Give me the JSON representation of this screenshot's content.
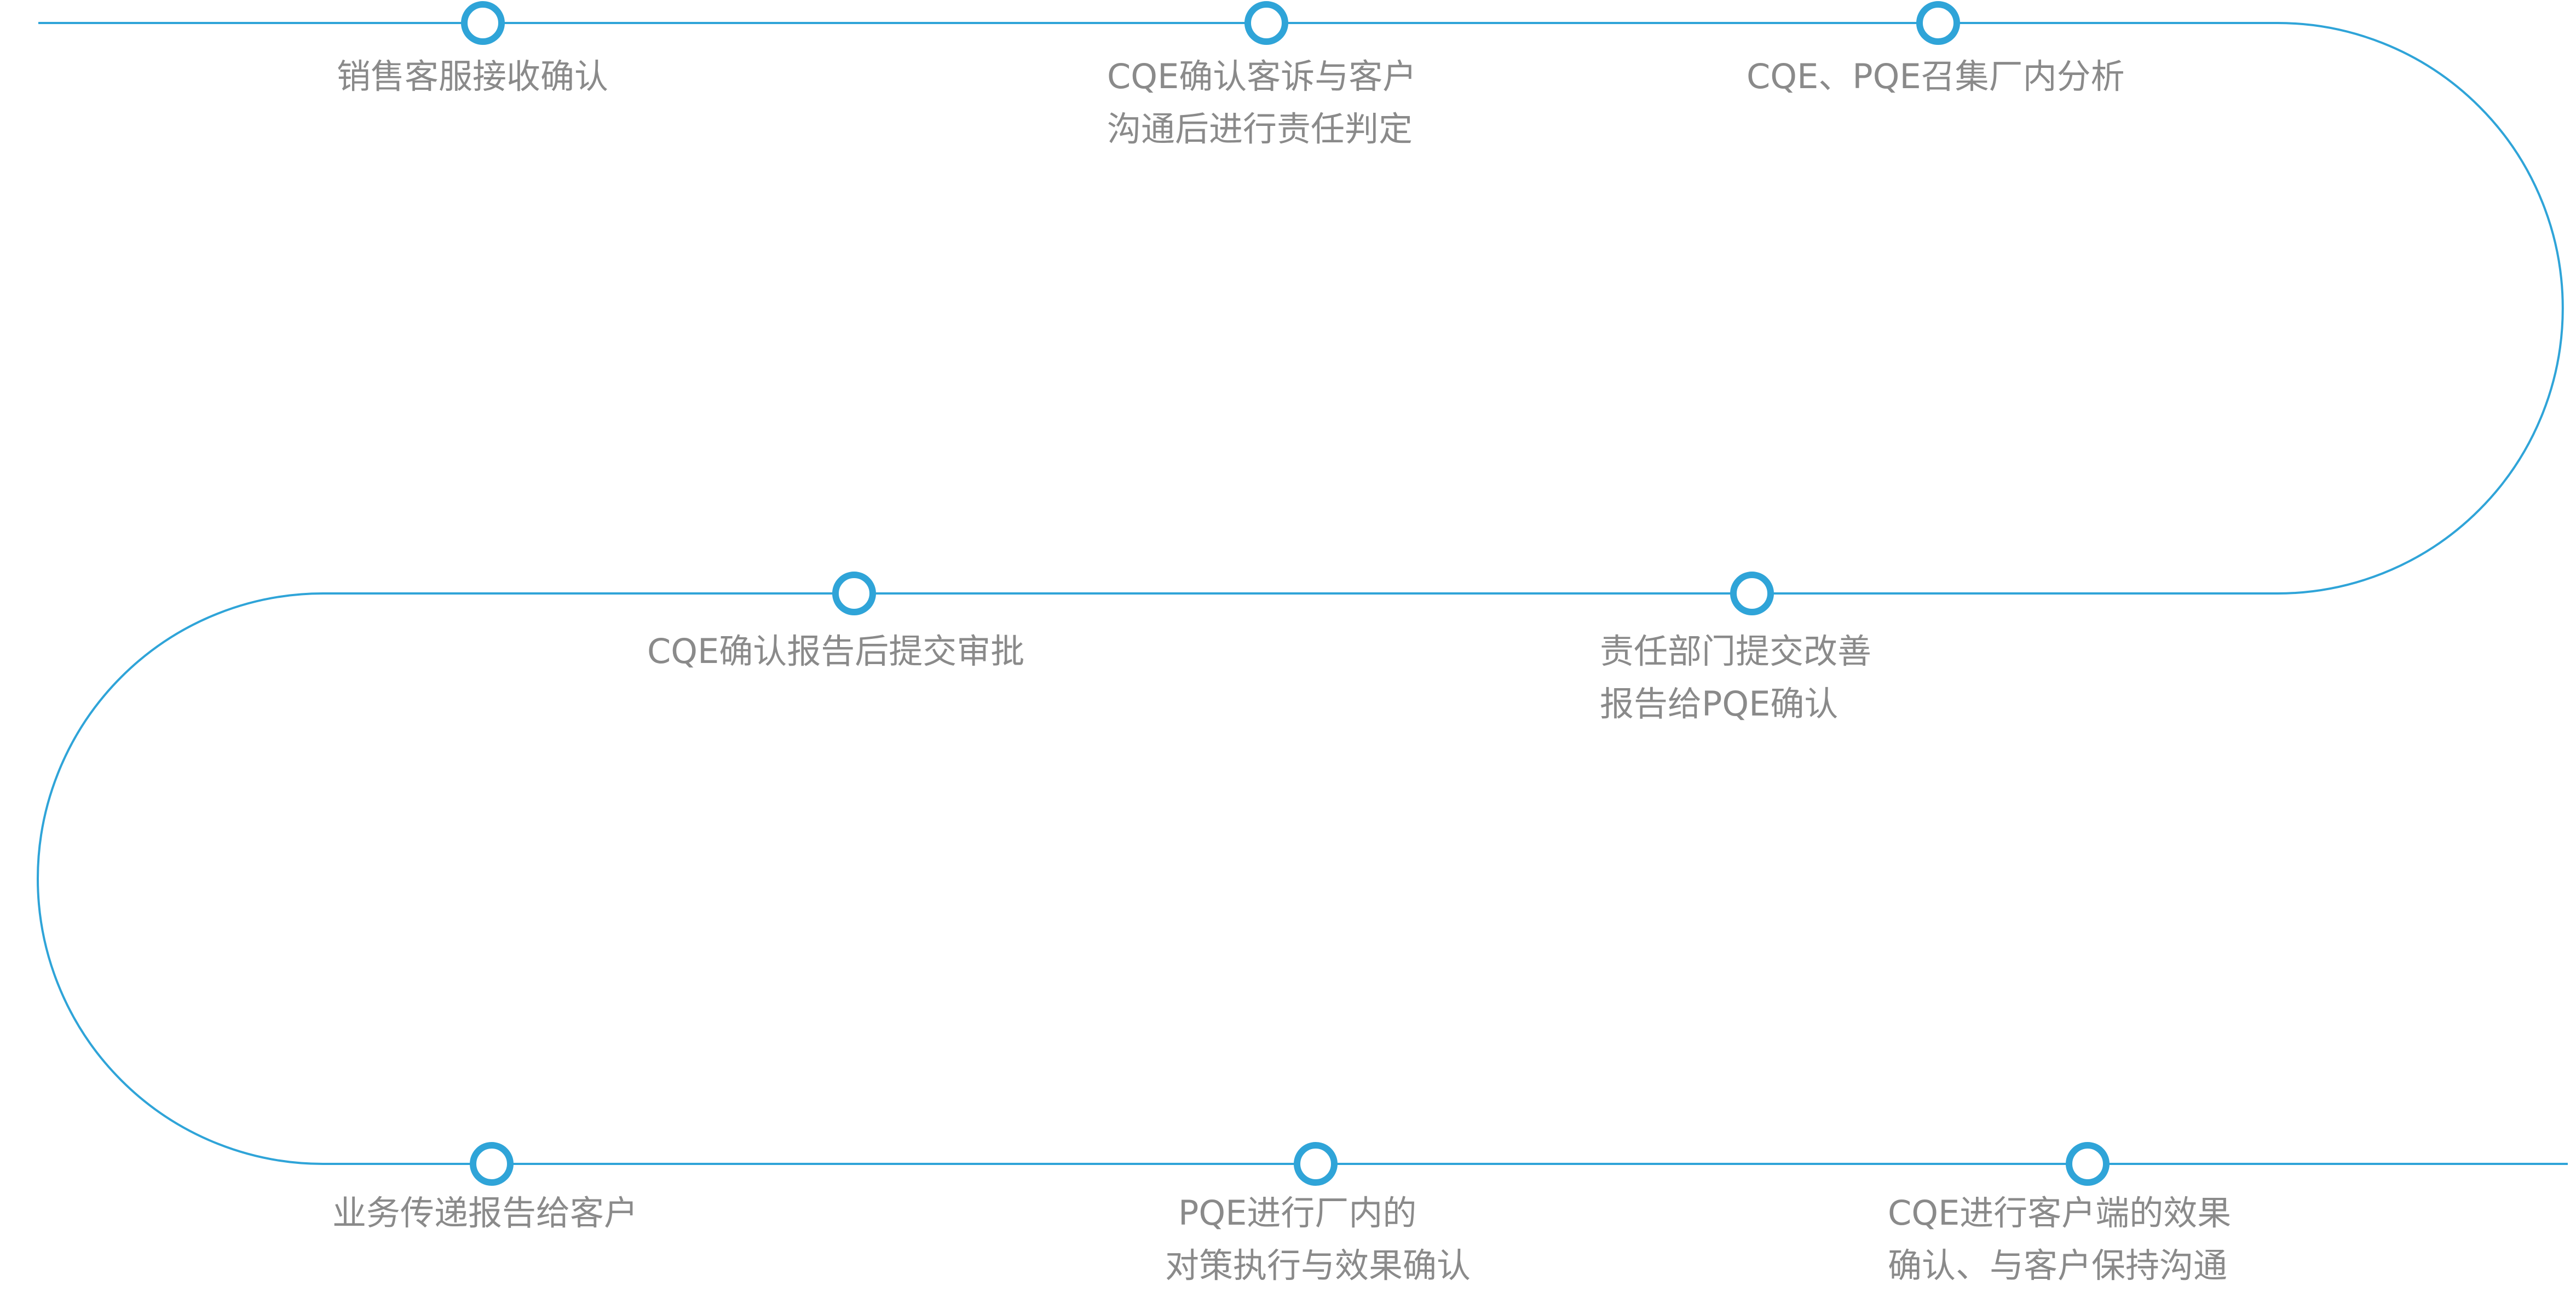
{
  "colors": {
    "path": "#2fa4d8",
    "node_stroke": "#2fa4d8",
    "node_fill": "#ffffff",
    "text": "#8a8a8a",
    "background": "#ffffff"
  },
  "steps": [
    {
      "lines": [
        "销售客服接收确认"
      ]
    },
    {
      "lines": [
        "CQE确认客诉与客户",
        "沟通后进行责任判定"
      ]
    },
    {
      "lines": [
        "CQE、PQE召集厂内分析"
      ]
    },
    {
      "lines": [
        "责任部门提交改善",
        "报告给PQE确认"
      ]
    },
    {
      "lines": [
        "CQE确认报告后提交审批"
      ]
    },
    {
      "lines": [
        "业务传递报告给客户"
      ]
    },
    {
      "lines": [
        "PQE进行厂内的",
        "对策执行与效果确认"
      ]
    },
    {
      "lines": [
        "CQE进行客户端的效果",
        "确认、与客户保持沟通"
      ]
    }
  ]
}
